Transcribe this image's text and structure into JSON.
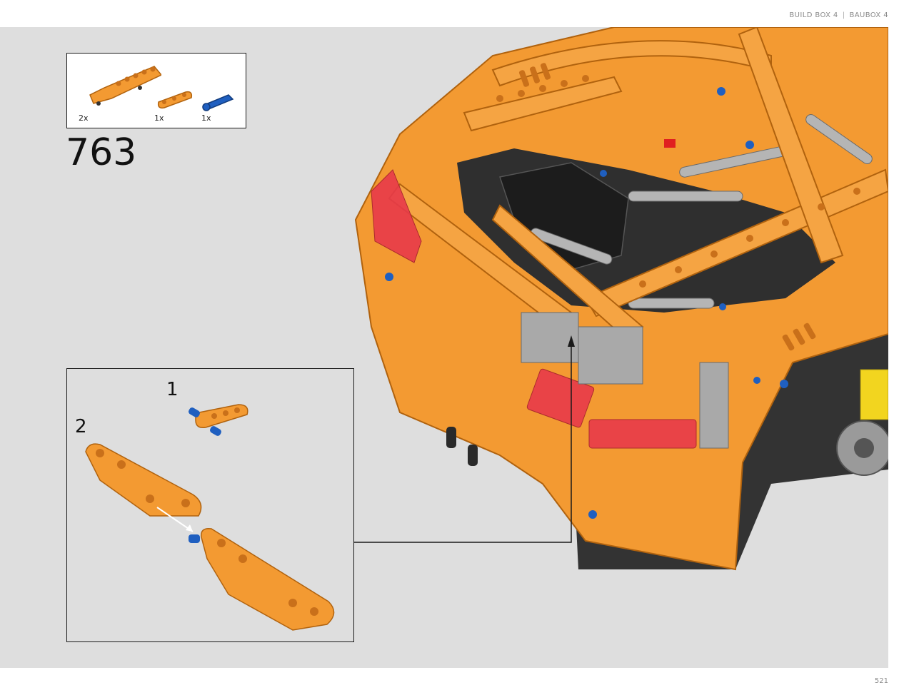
{
  "header": {
    "left": "BUILD BOX 4",
    "separator": "|",
    "right": "BAUBOX 4"
  },
  "parts_list": [
    {
      "icon": "orange-panel-icon",
      "quantity": "2x"
    },
    {
      "icon": "orange-beam-icon",
      "quantity": "1x"
    },
    {
      "icon": "blue-pin-icon",
      "quantity": "1x"
    }
  ],
  "step": {
    "number": "763"
  },
  "sub_steps": [
    {
      "label": "1"
    },
    {
      "label": "2"
    }
  ],
  "page": {
    "number": "521"
  },
  "colors": {
    "background": "#dedede",
    "orange": "#f39a32",
    "orange_dark": "#c76f14",
    "dark_grey": "#3a3a3a",
    "light_grey": "#a9a9a9",
    "blue": "#1f5fc0",
    "red": "#e8394a",
    "yellow": "#f2d51f"
  }
}
